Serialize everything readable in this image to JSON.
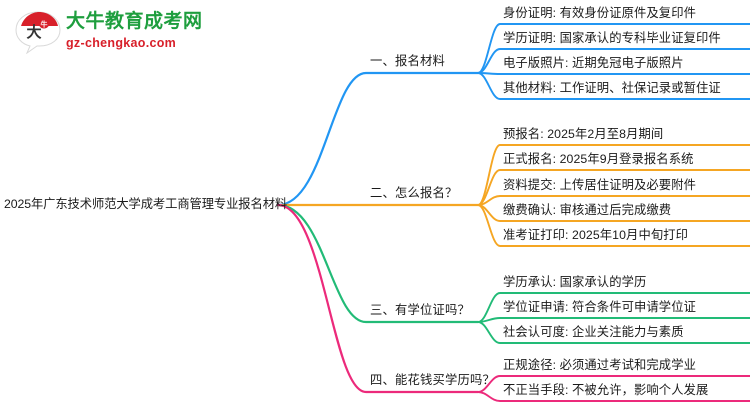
{
  "logo": {
    "mark_text": "大牛",
    "title": "大牛教育成考网",
    "subtitle": "gz-chengkao.com",
    "title_color": "#1e9e3e",
    "subtitle_color": "#d8202a",
    "mark_color": "#d8202a"
  },
  "mindmap": {
    "root": {
      "label": "2025年广东技术师范大学成考工商管理专业报名材料"
    },
    "branches": [
      {
        "label": "一、报名材料",
        "color": "#2196f3",
        "children": [
          {
            "label": "身份证明: 有效身份证原件及复印件"
          },
          {
            "label": "学历证明: 国家承认的专科毕业证复印件"
          },
          {
            "label": "电子版照片: 近期免冠电子版照片"
          },
          {
            "label": "其他材料: 工作证明、社保记录或暂住证"
          }
        ]
      },
      {
        "label": "二、怎么报名？",
        "color": "#f5a623",
        "children": [
          {
            "label": "预报名: 2025年2月至8月期间"
          },
          {
            "label": "正式报名: 2025年9月登录报名系统"
          },
          {
            "label": "资料提交: 上传居住证明及必要附件"
          },
          {
            "label": "缴费确认: 审核通过后完成缴费"
          },
          {
            "label": "准考证打印: 2025年10月中旬打印"
          }
        ]
      },
      {
        "label": "三、有学位证吗？",
        "color": "#22bb77",
        "children": [
          {
            "label": "学历承认: 国家承认的学历"
          },
          {
            "label": "学位证申请: 符合条件可申请学位证"
          },
          {
            "label": "社会认可度: 企业关注能力与素质"
          }
        ]
      },
      {
        "label": "四、能花钱买学历吗？",
        "color": "#ec2a7b",
        "children": [
          {
            "label": "正规途径: 必须通过考试和完成学业"
          },
          {
            "label": "不正当手段: 不被允许，影响个人发展"
          }
        ]
      }
    ]
  }
}
